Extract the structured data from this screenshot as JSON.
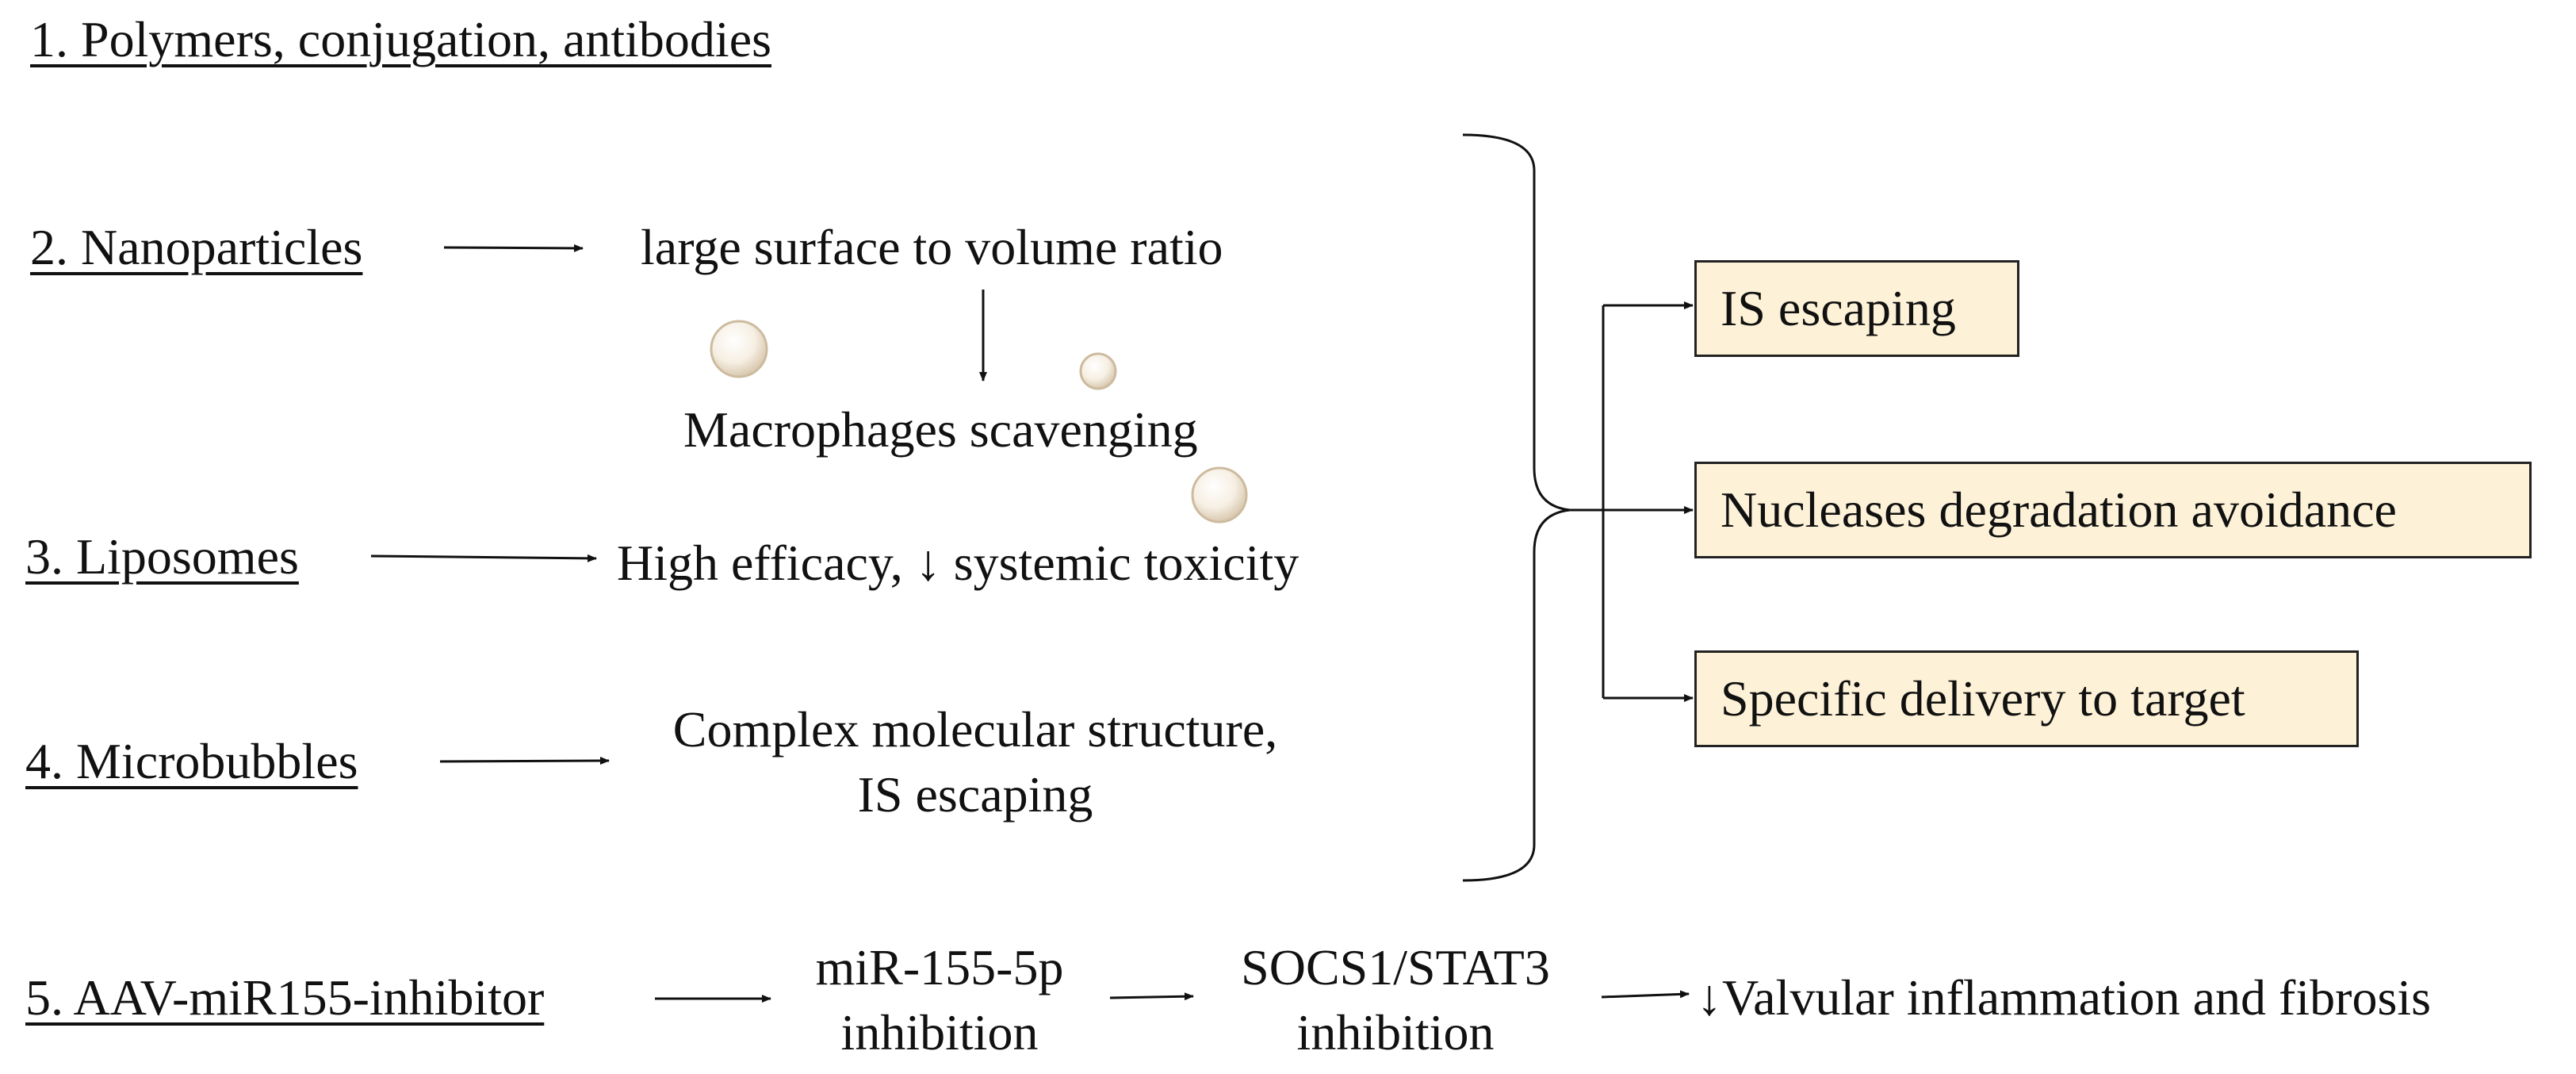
{
  "left": {
    "item1": "1. Polymers, conjugation, antibodies ",
    "item2": "2. Nanoparticles",
    "item3": "3. Liposomes",
    "item4": "4. Microbubbles",
    "item5": "5. AAV-miR155-inhibitor"
  },
  "middle": {
    "nano_effect": "large surface to volume ratio",
    "nano_consequence": "Macrophages scavenging",
    "lipo_effect": "High efficacy, ↓ systemic toxicity",
    "micro_effect_line1": "Complex molecular structure,",
    "micro_effect_line2": "IS escaping"
  },
  "outcomes": [
    "IS escaping",
    "Nucleases degradation avoidance",
    "Specific delivery to target"
  ],
  "pathway": {
    "step1_line1": "miR-155-5p",
    "step1_line2": "inhibition",
    "step2_line1": "SOCS1/STAT3",
    "step2_line2": "inhibition",
    "result": "↓Valvular inflammation and fibrosis"
  },
  "colors": {
    "outcome_box_fill": "#fdf2d7",
    "line": "#111111"
  }
}
